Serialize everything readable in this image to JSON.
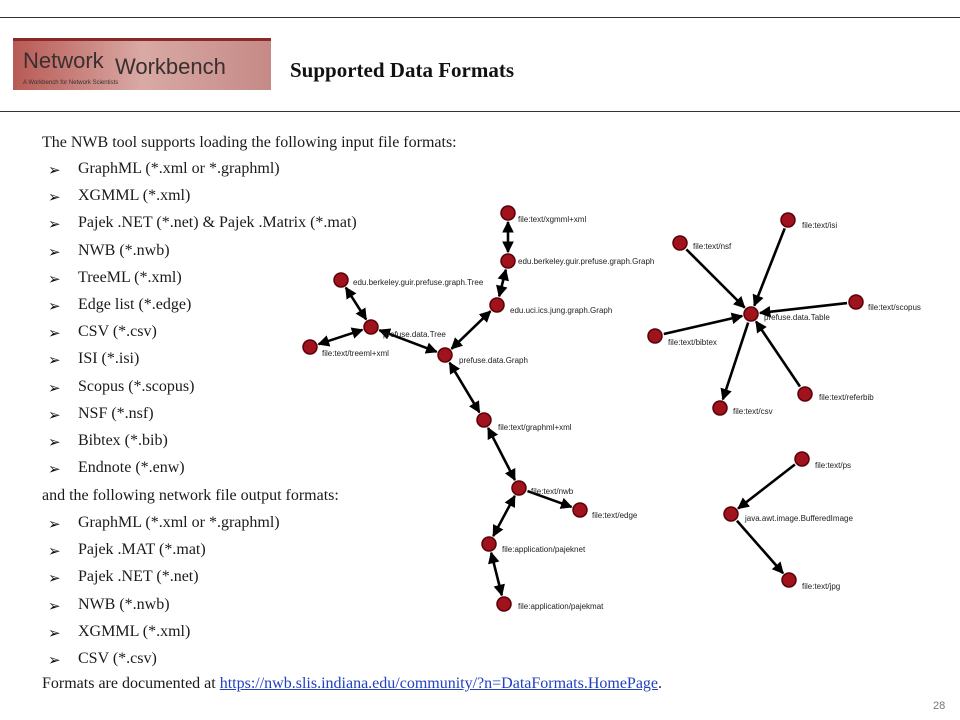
{
  "logo": {
    "text_main": "NetworkWorkbench",
    "text_network": "Network",
    "text_workbench": "Workbench",
    "tagline": "A Workbench for Network Scientists"
  },
  "title": "Supported Data Formats",
  "intro": "The NWB tool supports loading the following input file formats:",
  "input_formats": [
    "GraphML (*.xml or *.graphml)",
    "XGMML (*.xml)",
    "Pajek .NET (*.net) & Pajek .Matrix (*.mat)",
    "NWB (*.nwb)",
    "TreeML (*.xml)",
    "Edge list (*.edge)",
    "CSV (*.csv)",
    "ISI (*.isi)",
    "Scopus (*.scopus)",
    "NSF (*.nsf)",
    "Bibtex (*.bib)",
    "Endnote (*.enw)"
  ],
  "output_intro": "and the following network file output formats:",
  "output_formats": [
    "GraphML (*.xml or *.graphml)",
    "Pajek .MAT (*.mat)",
    "Pajek .NET (*.net)",
    "NWB (*.nwb)",
    "XGMML (*.xml)",
    "CSV (*.csv)"
  ],
  "footer": {
    "prefix": "Formats are documented at ",
    "link": "https://nwb.slis.indiana.edu/community/?n=DataFormats.HomePage",
    "suffix": "."
  },
  "page_number": "28",
  "bullet_glyph": "➢",
  "colors": {
    "node_fill": "#a0121c",
    "node_stroke": "#5a0008",
    "edge": "#000000",
    "link": "#2040c0",
    "logo_bg": "#c98c88"
  },
  "graph": {
    "nodes": [
      {
        "id": "xgmml",
        "label": "file:text/xgmml+xml"
      },
      {
        "id": "berkeleyGraph",
        "label": "edu.berkeley.guir.prefuse.graph.Graph"
      },
      {
        "id": "jung",
        "label": "edu.uci.ics.jung.graph.Graph"
      },
      {
        "id": "berkeleyTree",
        "label": "edu.berkeley.guir.prefuse.graph.Tree"
      },
      {
        "id": "pTree",
        "label": "prefuse.data.Tree"
      },
      {
        "id": "treeml",
        "label": "file:text/treeml+xml"
      },
      {
        "id": "pGraph",
        "label": "prefuse.data.Graph"
      },
      {
        "id": "graphml",
        "label": "file:text/graphml+xml"
      },
      {
        "id": "nwb",
        "label": "file:text/nwb"
      },
      {
        "id": "edge",
        "label": "file:text/edge"
      },
      {
        "id": "pajeknet",
        "label": "file:application/pajeknet"
      },
      {
        "id": "pajekmat",
        "label": "file:application/pajekmat"
      },
      {
        "id": "nsf",
        "label": "file:text/nsf"
      },
      {
        "id": "isi",
        "label": "file:text/isi"
      },
      {
        "id": "scopus",
        "label": "file:text/scopus"
      },
      {
        "id": "pTable",
        "label": "prefuse.data.Table"
      },
      {
        "id": "bibtex",
        "label": "file:text/bibtex"
      },
      {
        "id": "csv",
        "label": "file:text/csv"
      },
      {
        "id": "referbib",
        "label": "file:text/referbib"
      },
      {
        "id": "ps",
        "label": "file:text/ps"
      },
      {
        "id": "buffImg",
        "label": "java.awt.image.BufferedImage"
      },
      {
        "id": "jpg",
        "label": "file:text/jpg"
      }
    ],
    "edges": [
      {
        "from": "xgmml",
        "to": "berkeleyGraph",
        "bidir": true
      },
      {
        "from": "berkeleyGraph",
        "to": "jung",
        "bidir": true
      },
      {
        "from": "jung",
        "to": "pGraph",
        "bidir": true
      },
      {
        "from": "berkeleyTree",
        "to": "pTree",
        "bidir": true
      },
      {
        "from": "treeml",
        "to": "pTree",
        "bidir": true
      },
      {
        "from": "pTree",
        "to": "pGraph",
        "bidir": true
      },
      {
        "from": "pGraph",
        "to": "graphml",
        "bidir": true
      },
      {
        "from": "graphml",
        "to": "nwb",
        "bidir": true
      },
      {
        "from": "nwb",
        "to": "edge",
        "bidir": false
      },
      {
        "from": "nwb",
        "to": "pajeknet",
        "bidir": true
      },
      {
        "from": "pajeknet",
        "to": "pajekmat",
        "bidir": true
      },
      {
        "from": "nsf",
        "to": "pTable",
        "bidir": false
      },
      {
        "from": "isi",
        "to": "pTable",
        "bidir": false
      },
      {
        "from": "scopus",
        "to": "pTable",
        "bidir": false
      },
      {
        "from": "bibtex",
        "to": "pTable",
        "bidir": false
      },
      {
        "from": "pTable",
        "to": "csv",
        "bidir": false
      },
      {
        "from": "referbib",
        "to": "pTable",
        "bidir": false
      },
      {
        "from": "ps",
        "to": "buffImg",
        "bidir": false
      },
      {
        "from": "buffImg",
        "to": "jpg",
        "bidir": false
      }
    ]
  }
}
